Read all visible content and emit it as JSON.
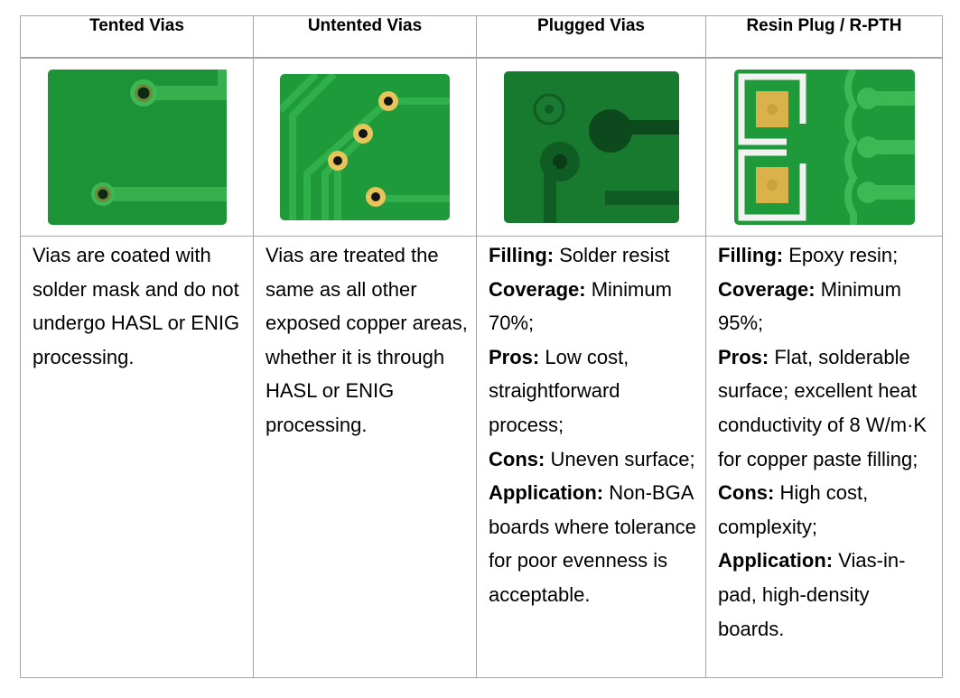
{
  "table": {
    "columns": [
      {
        "header": "Tented Vias",
        "image_icon": "pcb-tented-vias-photo",
        "description": "Vias are coated with solder mask and do not undergo HASL or ENIG processing."
      },
      {
        "header": "Untented Vias",
        "image_icon": "pcb-untented-vias-photo",
        "description": "Vias are treated the same as all other exposed copper areas, whether it is through HASL or ENIG processing."
      },
      {
        "header": "Plugged Vias",
        "image_icon": "pcb-plugged-vias-photo",
        "details": [
          {
            "label": "Filling:",
            "value": " Solder resist"
          },
          {
            "label": "Coverage:",
            "value": " Minimum 70%;"
          },
          {
            "label": "Pros:",
            "value": " Low cost, straightforward process;"
          },
          {
            "label": "Cons:",
            "value": " Uneven surface;"
          },
          {
            "label": "Application:",
            "value": " Non-BGA boards where tolerance for poor evenness is acceptable."
          }
        ]
      },
      {
        "header": "Resin Plug / R-PTH",
        "image_icon": "pcb-resin-plug-photo",
        "details": [
          {
            "label": "Filling:",
            "value": " Epoxy resin;"
          },
          {
            "label": "Coverage:",
            "value": " Minimum 95%;"
          },
          {
            "label": "Pros:",
            "value": " Flat, solderable surface; excellent heat conductivity of 8 W/m·K for copper paste filling;"
          },
          {
            "label": "Cons:",
            "value": " High cost, complexity;"
          },
          {
            "label": "Application:",
            "value": " Vias-in-pad, high-density boards."
          }
        ]
      }
    ]
  },
  "colors": {
    "pcb_green": "#1f9a3a",
    "trace_green": "#2fb04a",
    "copper_gold": "#d9b24a",
    "border": "#a6a6a6"
  }
}
